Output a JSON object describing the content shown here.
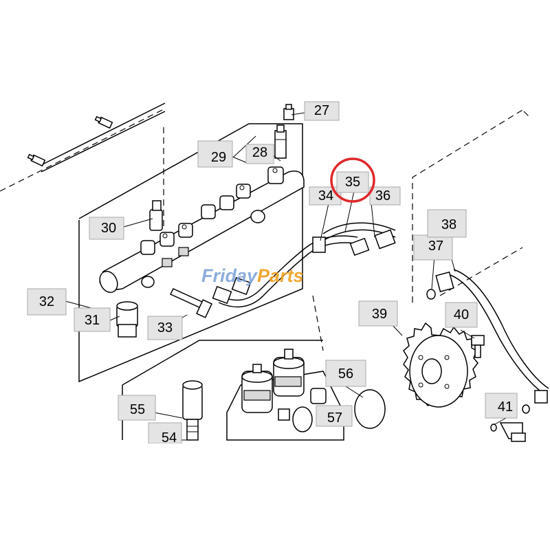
{
  "diagram": {
    "callouts": [
      "27",
      "28",
      "29",
      "30",
      "31",
      "32",
      "33",
      "34",
      "35",
      "36",
      "37",
      "38",
      "39",
      "40",
      "41",
      "55",
      "54",
      "56",
      "57"
    ],
    "highlighted_callout": "35",
    "highlight_color": "#e0282a",
    "label_fill": "#e4e4e4"
  },
  "watermark": {
    "part1": "Friday",
    "part2": "Parts",
    "color_primary": "#7a9fd6",
    "color_accent": "#f0a020"
  }
}
